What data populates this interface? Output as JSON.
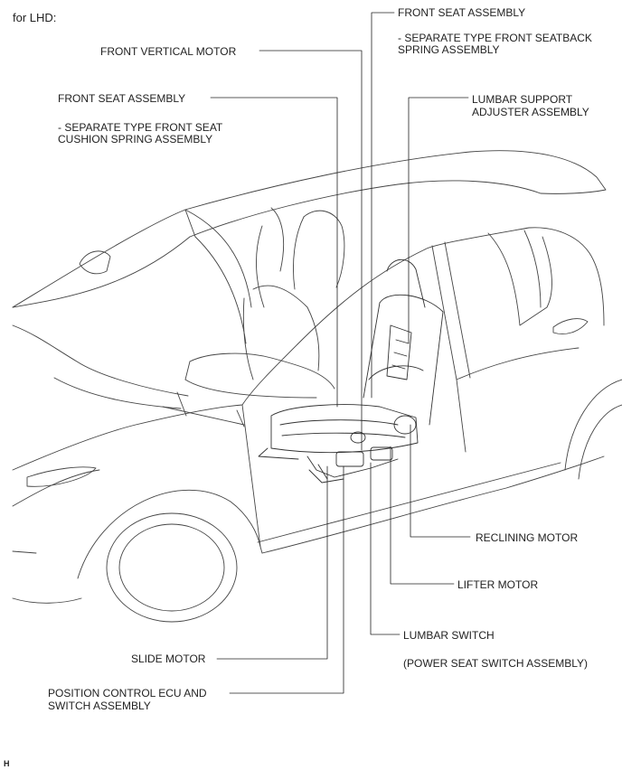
{
  "header": {
    "variant": "for LHD:"
  },
  "labels": {
    "front_seat_assembly_back": "FRONT SEAT ASSEMBLY",
    "seatback_spring_line1": "- SEPARATE TYPE FRONT SEATBACK",
    "seatback_spring_line2": "SPRING ASSEMBLY",
    "front_vertical_motor": "FRONT VERTICAL MOTOR",
    "front_seat_assembly_cushion": "FRONT SEAT ASSEMBLY",
    "cushion_spring_line1": "- SEPARATE TYPE FRONT SEAT",
    "cushion_spring_line2": "CUSHION SPRING ASSEMBLY",
    "lumbar_support_line1": "LUMBAR SUPPORT",
    "lumbar_support_line2": "ADJUSTER ASSEMBLY",
    "reclining_motor": "RECLINING MOTOR",
    "lifter_motor": "LIFTER MOTOR",
    "lumbar_switch": "LUMBAR SWITCH",
    "power_seat_switch": "(POWER SEAT SWITCH ASSEMBLY)",
    "slide_motor": "SLIDE MOTOR",
    "position_ecu_line1": "POSITION CONTROL ECU AND",
    "position_ecu_line2": "SWITCH ASSEMBLY"
  },
  "footer": {
    "code": "H"
  }
}
